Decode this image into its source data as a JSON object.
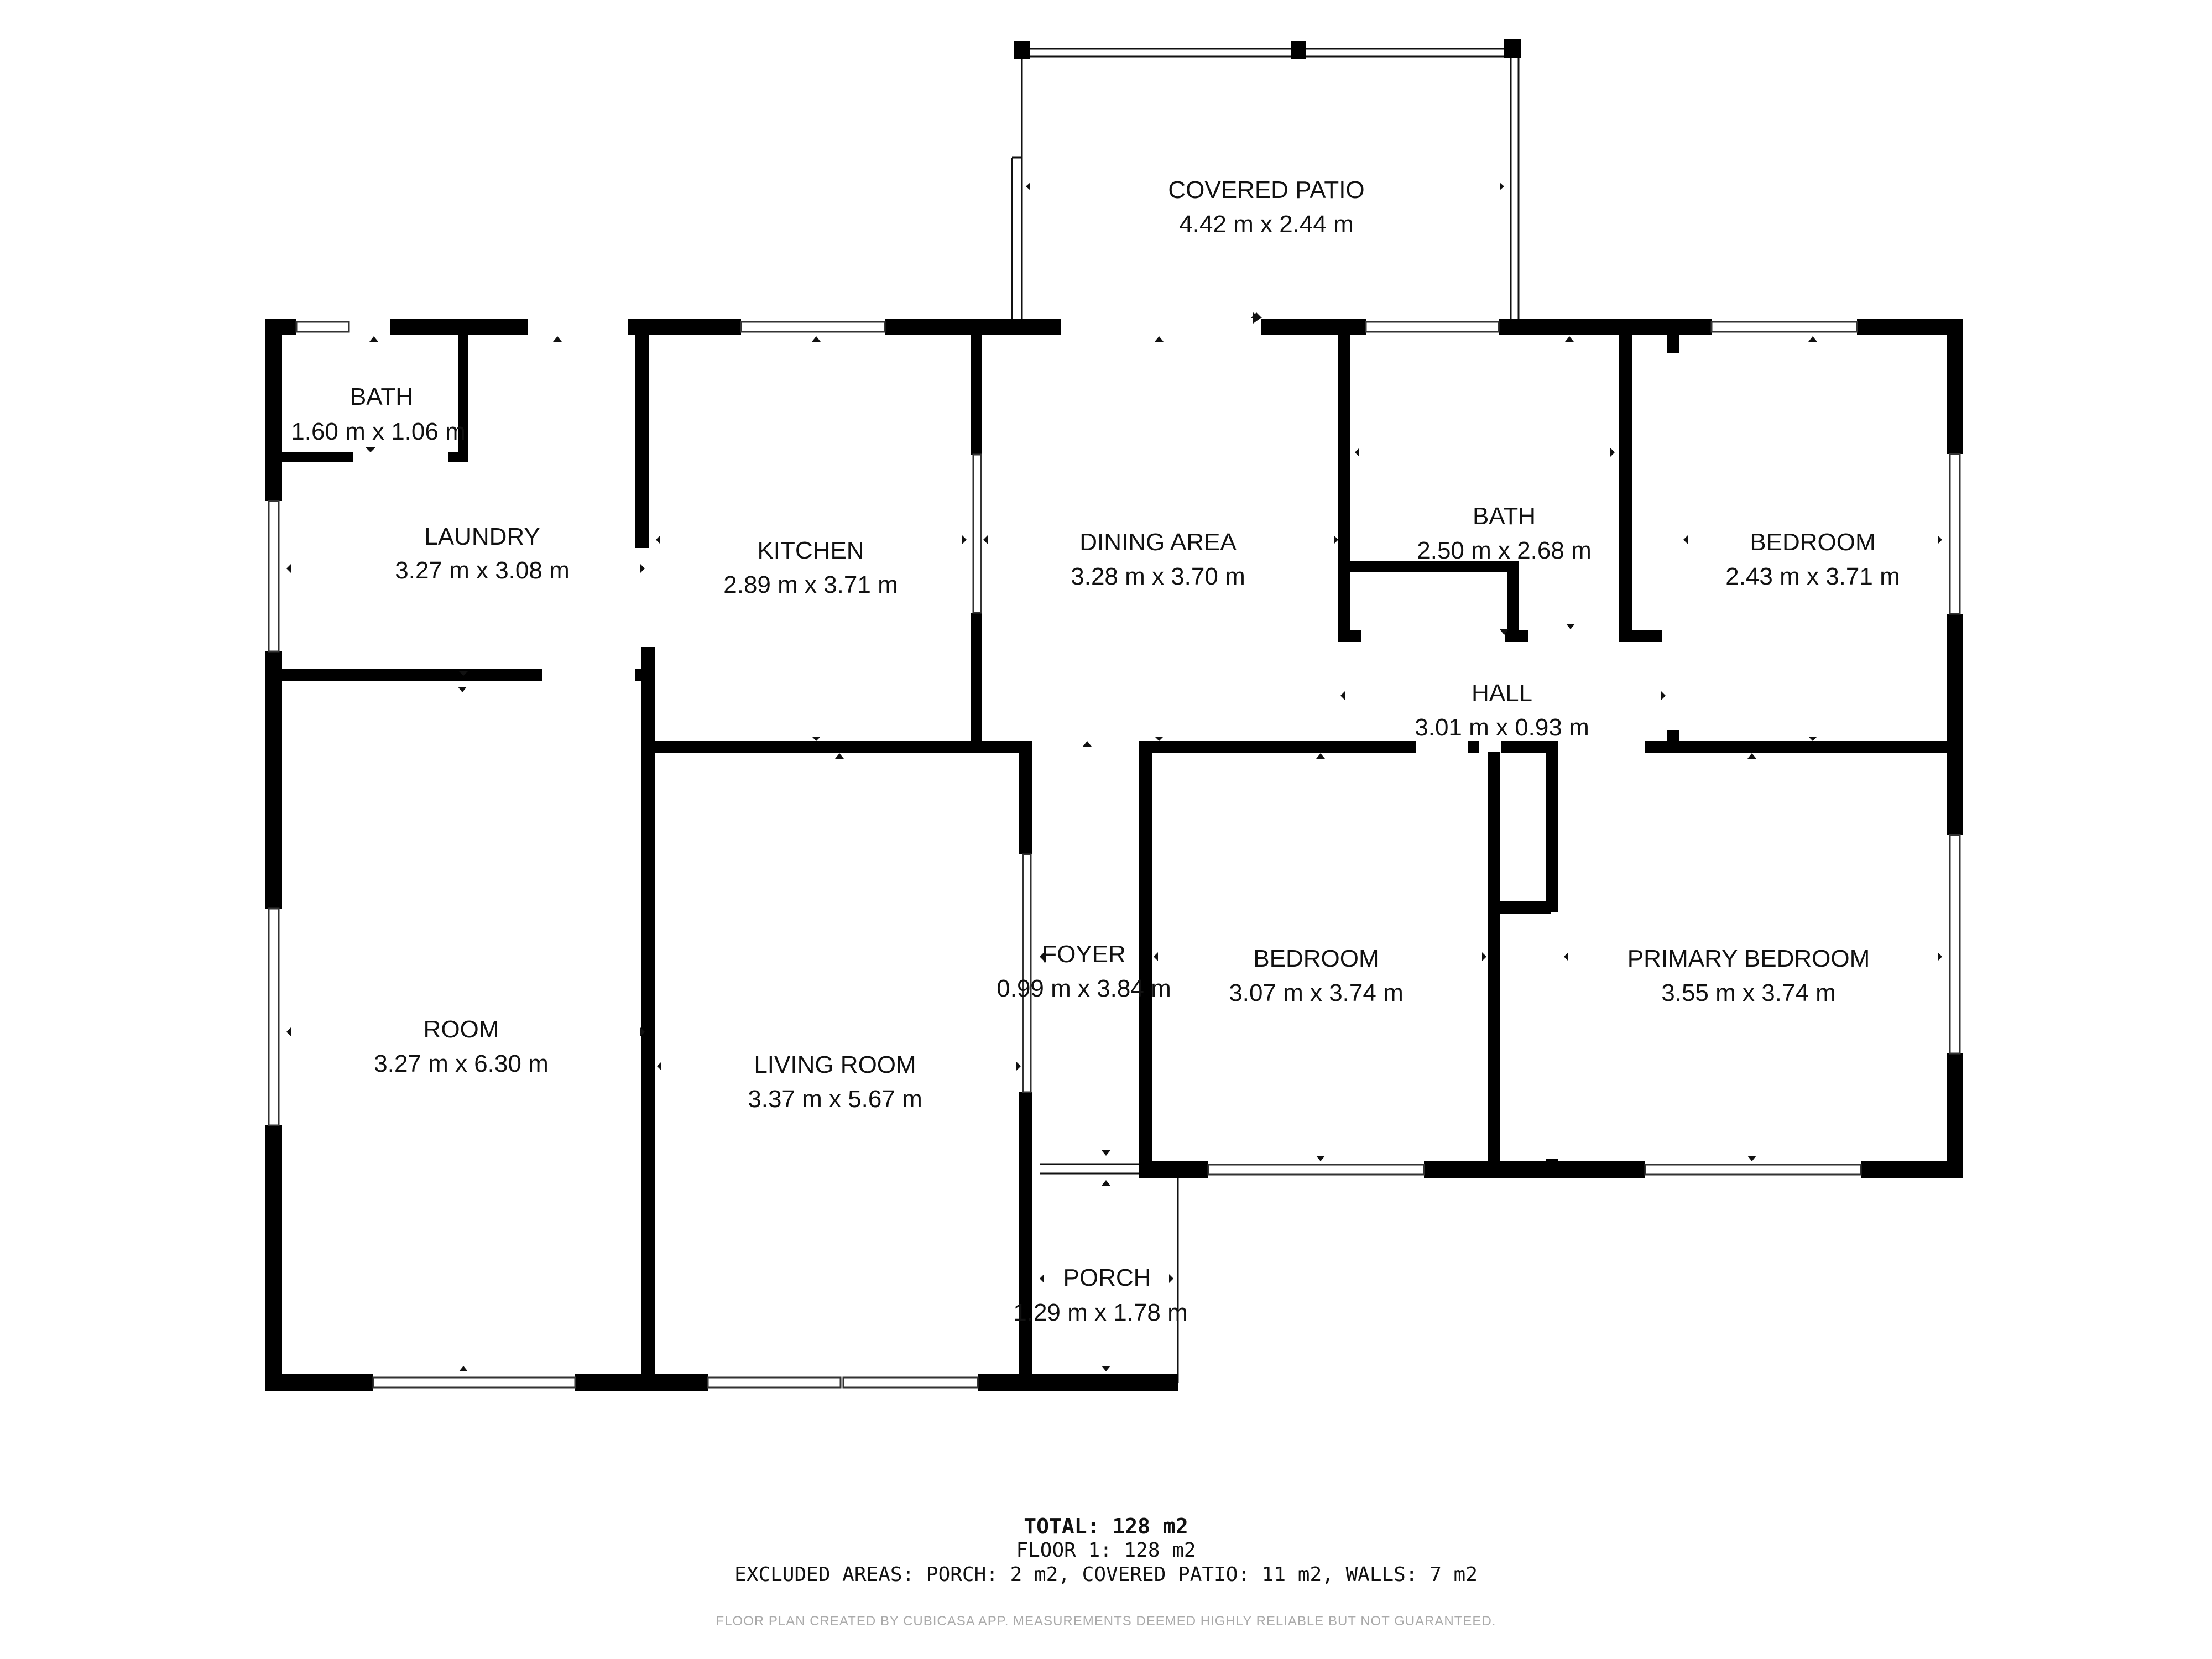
{
  "rooms": [
    {
      "id": "covered-patio",
      "name": "COVERED PATIO",
      "dims": "4.42 m x 2.44 m"
    },
    {
      "id": "bath-1",
      "name": "BATH",
      "dims": "1.60 m x 1.06 m"
    },
    {
      "id": "laundry",
      "name": "LAUNDRY",
      "dims": "3.27 m x 3.08 m"
    },
    {
      "id": "kitchen",
      "name": "KITCHEN",
      "dims": "2.89 m x 3.71 m"
    },
    {
      "id": "dining-area",
      "name": "DINING AREA",
      "dims": "3.28 m x 3.70 m"
    },
    {
      "id": "bath-2",
      "name": "BATH",
      "dims": "2.50 m x 2.68 m"
    },
    {
      "id": "bedroom-1",
      "name": "BEDROOM",
      "dims": "2.43 m x 3.71 m"
    },
    {
      "id": "hall",
      "name": "HALL",
      "dims": "3.01 m x 0.93 m"
    },
    {
      "id": "room",
      "name": "ROOM",
      "dims": "3.27 m x 6.30 m"
    },
    {
      "id": "living-room",
      "name": "LIVING ROOM",
      "dims": "3.37 m x 5.67 m"
    },
    {
      "id": "foyer",
      "name": "FOYER",
      "dims": "0.99 m x 3.84 m"
    },
    {
      "id": "bedroom-2",
      "name": "BEDROOM",
      "dims": "3.07 m x 3.74 m"
    },
    {
      "id": "primary-bedroom",
      "name": "PRIMARY BEDROOM",
      "dims": "3.55 m x 3.74 m"
    },
    {
      "id": "porch",
      "name": "PORCH",
      "dims": "1.29 m x 1.78 m"
    }
  ],
  "totals": {
    "total": "TOTAL: 128 m2",
    "floor": "FLOOR 1: 128 m2",
    "excluded": "EXCLUDED AREAS: PORCH: 2 m2, COVERED PATIO: 11 m2, WALLS: 7 m2"
  },
  "disclaimer": "FLOOR PLAN CREATED BY CUBICASA APP. MEASUREMENTS DEEMED HIGHLY RELIABLE BUT NOT GUARANTEED."
}
